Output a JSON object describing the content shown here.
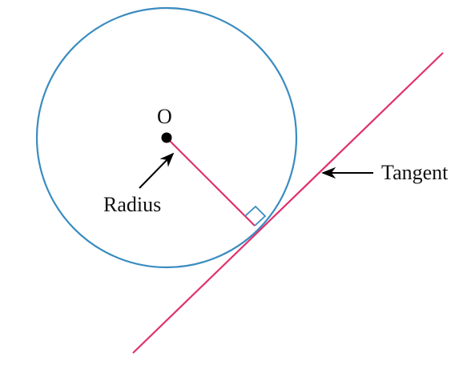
{
  "labels": {
    "center": "O",
    "radius": "Radius",
    "tangent": "Tangent"
  },
  "colors": {
    "circle": "#3a8cc0",
    "radius_line": "#e0306f",
    "tangent_line": "#e0306f",
    "right_angle_mark": "#3a8cc0",
    "center_dot": "#000000",
    "text": "#111111",
    "arrow": "#000000"
  }
}
